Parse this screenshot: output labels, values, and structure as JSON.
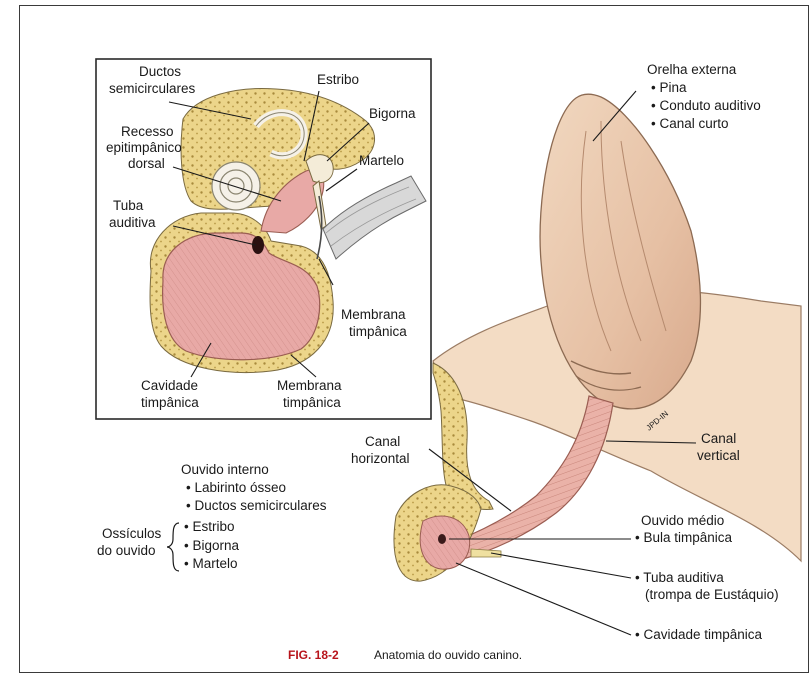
{
  "inset": {
    "ductos_1": "Ductos",
    "ductos_2": "semicirculares",
    "estribo": "Estribo",
    "bigorna": "Bigorna",
    "recesso_1": "Recesso",
    "recesso_2": "epitimpânico",
    "recesso_3": "dorsal",
    "martelo": "Martelo",
    "tuba_1": "Tuba",
    "tuba_2": "auditiva",
    "membrana_r_1": "Membrana",
    "membrana_r_2": "timpânica",
    "cavidade_1": "Cavidade",
    "cavidade_2": "timpânica",
    "membrana_b_1": "Membrana",
    "membrana_b_2": "timpânica"
  },
  "outer": {
    "title": "Orelha externa",
    "items": [
      "• Pina",
      "• Conduto auditivo",
      "• Canal curto"
    ]
  },
  "canal_horizontal": [
    "Canal",
    "horizontal"
  ],
  "canal_vertical": [
    "Canal",
    "vertical"
  ],
  "inner": {
    "title": "Ouvido interno",
    "items": [
      "• Labirinto ósseo",
      "• Ductos semicirculares"
    ],
    "ossicles_1": "Ossículos",
    "ossicles_2": "do ouvido",
    "ossicle_items": [
      "• Estribo",
      "• Bigorna",
      "• Martelo"
    ]
  },
  "middle": {
    "title": "Ouvido médio",
    "bula": "• Bula timpânica",
    "tuba_1": "• Tuba auditiva",
    "tuba_2": "(trompa de Eustáquio)",
    "cavidade": "• Cavidade timpânica"
  },
  "signature": "JPD-IN",
  "caption": {
    "fig": "FIG. 18-2",
    "text": "Anatomia do ouvido canino."
  }
}
